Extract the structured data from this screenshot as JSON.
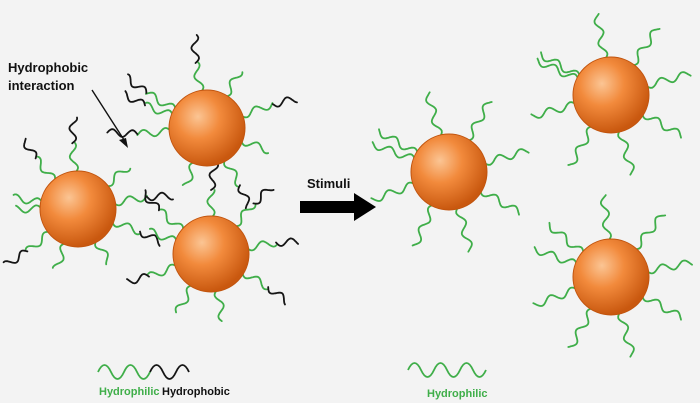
{
  "labels": {
    "interaction_line1": "Hydrophobic",
    "interaction_line2": "interaction",
    "stimuli": "Stimuli",
    "legend_hydrophilic": "Hydrophilic",
    "legend_hydrophobic": "Hydrophobic",
    "legend_hydrophilic_right": "Hydrophilic"
  },
  "colors": {
    "hydrophilic_chain": "#3fae49",
    "hydrophobic_chain": "#151515",
    "particle_core": "#f6a05a",
    "particle_edge": "#c1540e",
    "arrow": "#000000",
    "background": "#f3f3f3"
  }
}
